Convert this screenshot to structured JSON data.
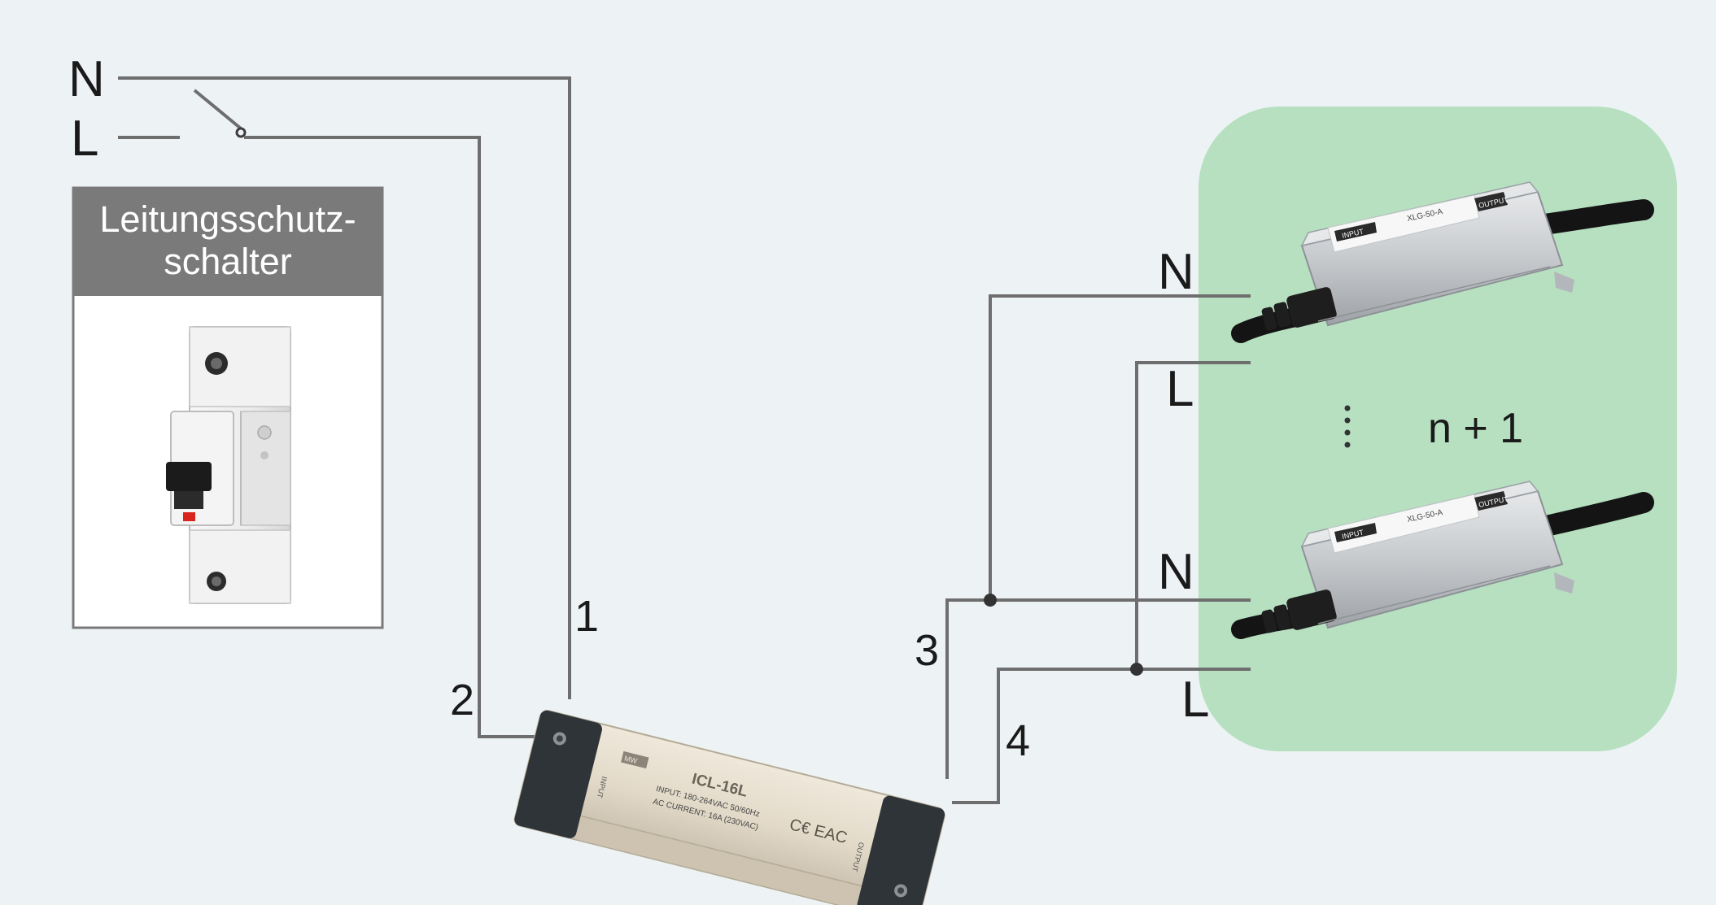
{
  "mains": {
    "n_label": "N",
    "l_label": "L"
  },
  "breaker": {
    "title_line1": "Leitungsschutz-",
    "title_line2": "schalter"
  },
  "wire_numbers": {
    "w1": "1",
    "w2": "2",
    "w3": "3",
    "w4": "4"
  },
  "icl": {
    "model": "ICL-16L",
    "brand": "MW",
    "spec_line1": "INPUT: 180-264VAC  50/60Hz",
    "spec_line2": "AC CURRENT: 16A  (230VAC)",
    "input_tag": "INPUT",
    "output_tag": "OUTPUT"
  },
  "drivers": {
    "top_n_label": "N",
    "top_l_label": "L",
    "bottom_n_label": "N",
    "bottom_l_label": "L",
    "count_label": "n + 1",
    "model": "XLG-50-A",
    "input_tag": "INPUT",
    "output_tag": "OUTPUT"
  },
  "colors": {
    "background": "#edf3f5",
    "wire": "#6e6e6e",
    "driver_group": "#b6e0c0",
    "breaker_header": "#7a7a7a",
    "node": "#333333"
  }
}
